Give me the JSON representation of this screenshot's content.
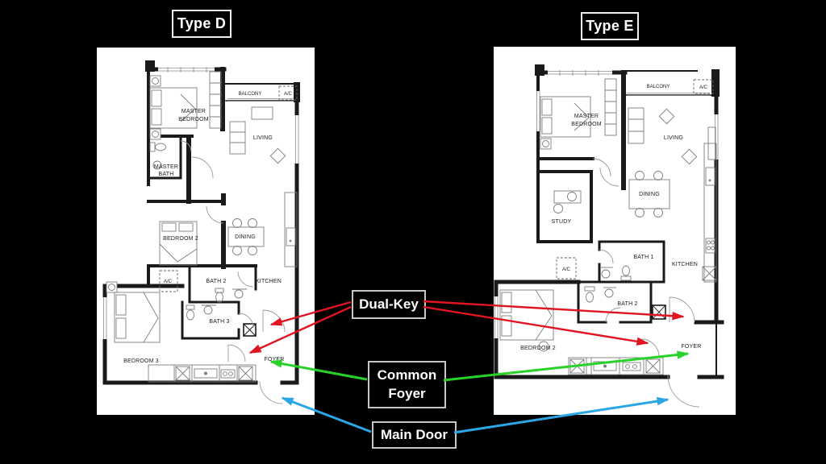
{
  "slide": {
    "background": "#000000",
    "plan_background": "#ffffff",
    "wall_color": "#1a1a1a"
  },
  "plans": {
    "type_d": {
      "title": "Type D",
      "rooms": {
        "master_bedroom_1": "MASTER",
        "master_bedroom_2": "BEDROOM",
        "master_bath_1": "MASTER",
        "master_bath_2": "BATH",
        "balcony": "BALCONY",
        "ac_balcony": "A/C",
        "living": "LIVING",
        "bedroom2": "BEDROOM 2",
        "dining": "DINING",
        "ac_service": "A/C",
        "bath2": "BATH 2",
        "kitchen": "KITCHEN",
        "bath3": "BATH 3",
        "bedroom3": "BEDROOM 3",
        "foyer": "FOYER"
      }
    },
    "type_e": {
      "title": "Type E",
      "rooms": {
        "master_bedroom_1": "MASTER",
        "master_bedroom_2": "BEDROOM",
        "balcony": "BALCONY",
        "ac_balcony": "A/C",
        "living": "LIVING",
        "study": "STUDY",
        "dining": "DINING",
        "ac_service": "A/C",
        "bath1": "BATH 1",
        "kitchen": "KITCHEN",
        "bath2": "BATH 2",
        "bedroom2": "BEDROOM 2",
        "foyer": "FOYER"
      }
    }
  },
  "callouts": {
    "dual_key": {
      "label": "Dual-Key",
      "color": "#e11422"
    },
    "common_foyer": {
      "label": "Common Foyer",
      "color": "#28d228"
    },
    "main_door": {
      "label": "Main Door",
      "color": "#2ba6e6"
    }
  }
}
